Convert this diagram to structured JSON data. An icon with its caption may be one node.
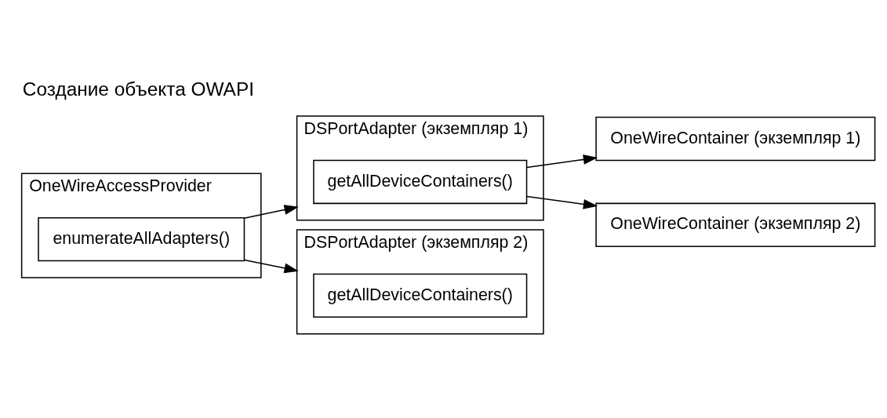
{
  "diagram": {
    "title": "Создание объекта OWAPI",
    "nodes": [
      {
        "text": [
          "OneWireAccessProvider"
        ]
      },
      {
        "text": [
          "enumerateAllAdapters()"
        ],
        "in": 0
      },
      {
        "text": [
          "DSPortAdapter (экземпляр 1)"
        ]
      },
      {
        "text": [
          "getAllDeviceContainers()"
        ],
        "in": 2
      },
      {
        "text": [
          "DSPortAdapter (экземпляр 2)"
        ]
      },
      {
        "text": [
          "getAllDeviceContainers()"
        ],
        "in": 4
      },
      {
        "text": [
          "OneWireContainer (экземпляр 1)"
        ]
      },
      {
        "text": [
          "OneWireContainer (экземпляр 2)"
        ]
      }
    ],
    "edges": [
      {
        "from": 1,
        "to": 2,
        "arrow": "to"
      },
      {
        "from": 1,
        "to": 4,
        "arrow": "to"
      },
      {
        "from": 3,
        "to": 6,
        "arrow": "to"
      },
      {
        "from": 3,
        "to": 7,
        "arrow": "to"
      }
    ]
  }
}
